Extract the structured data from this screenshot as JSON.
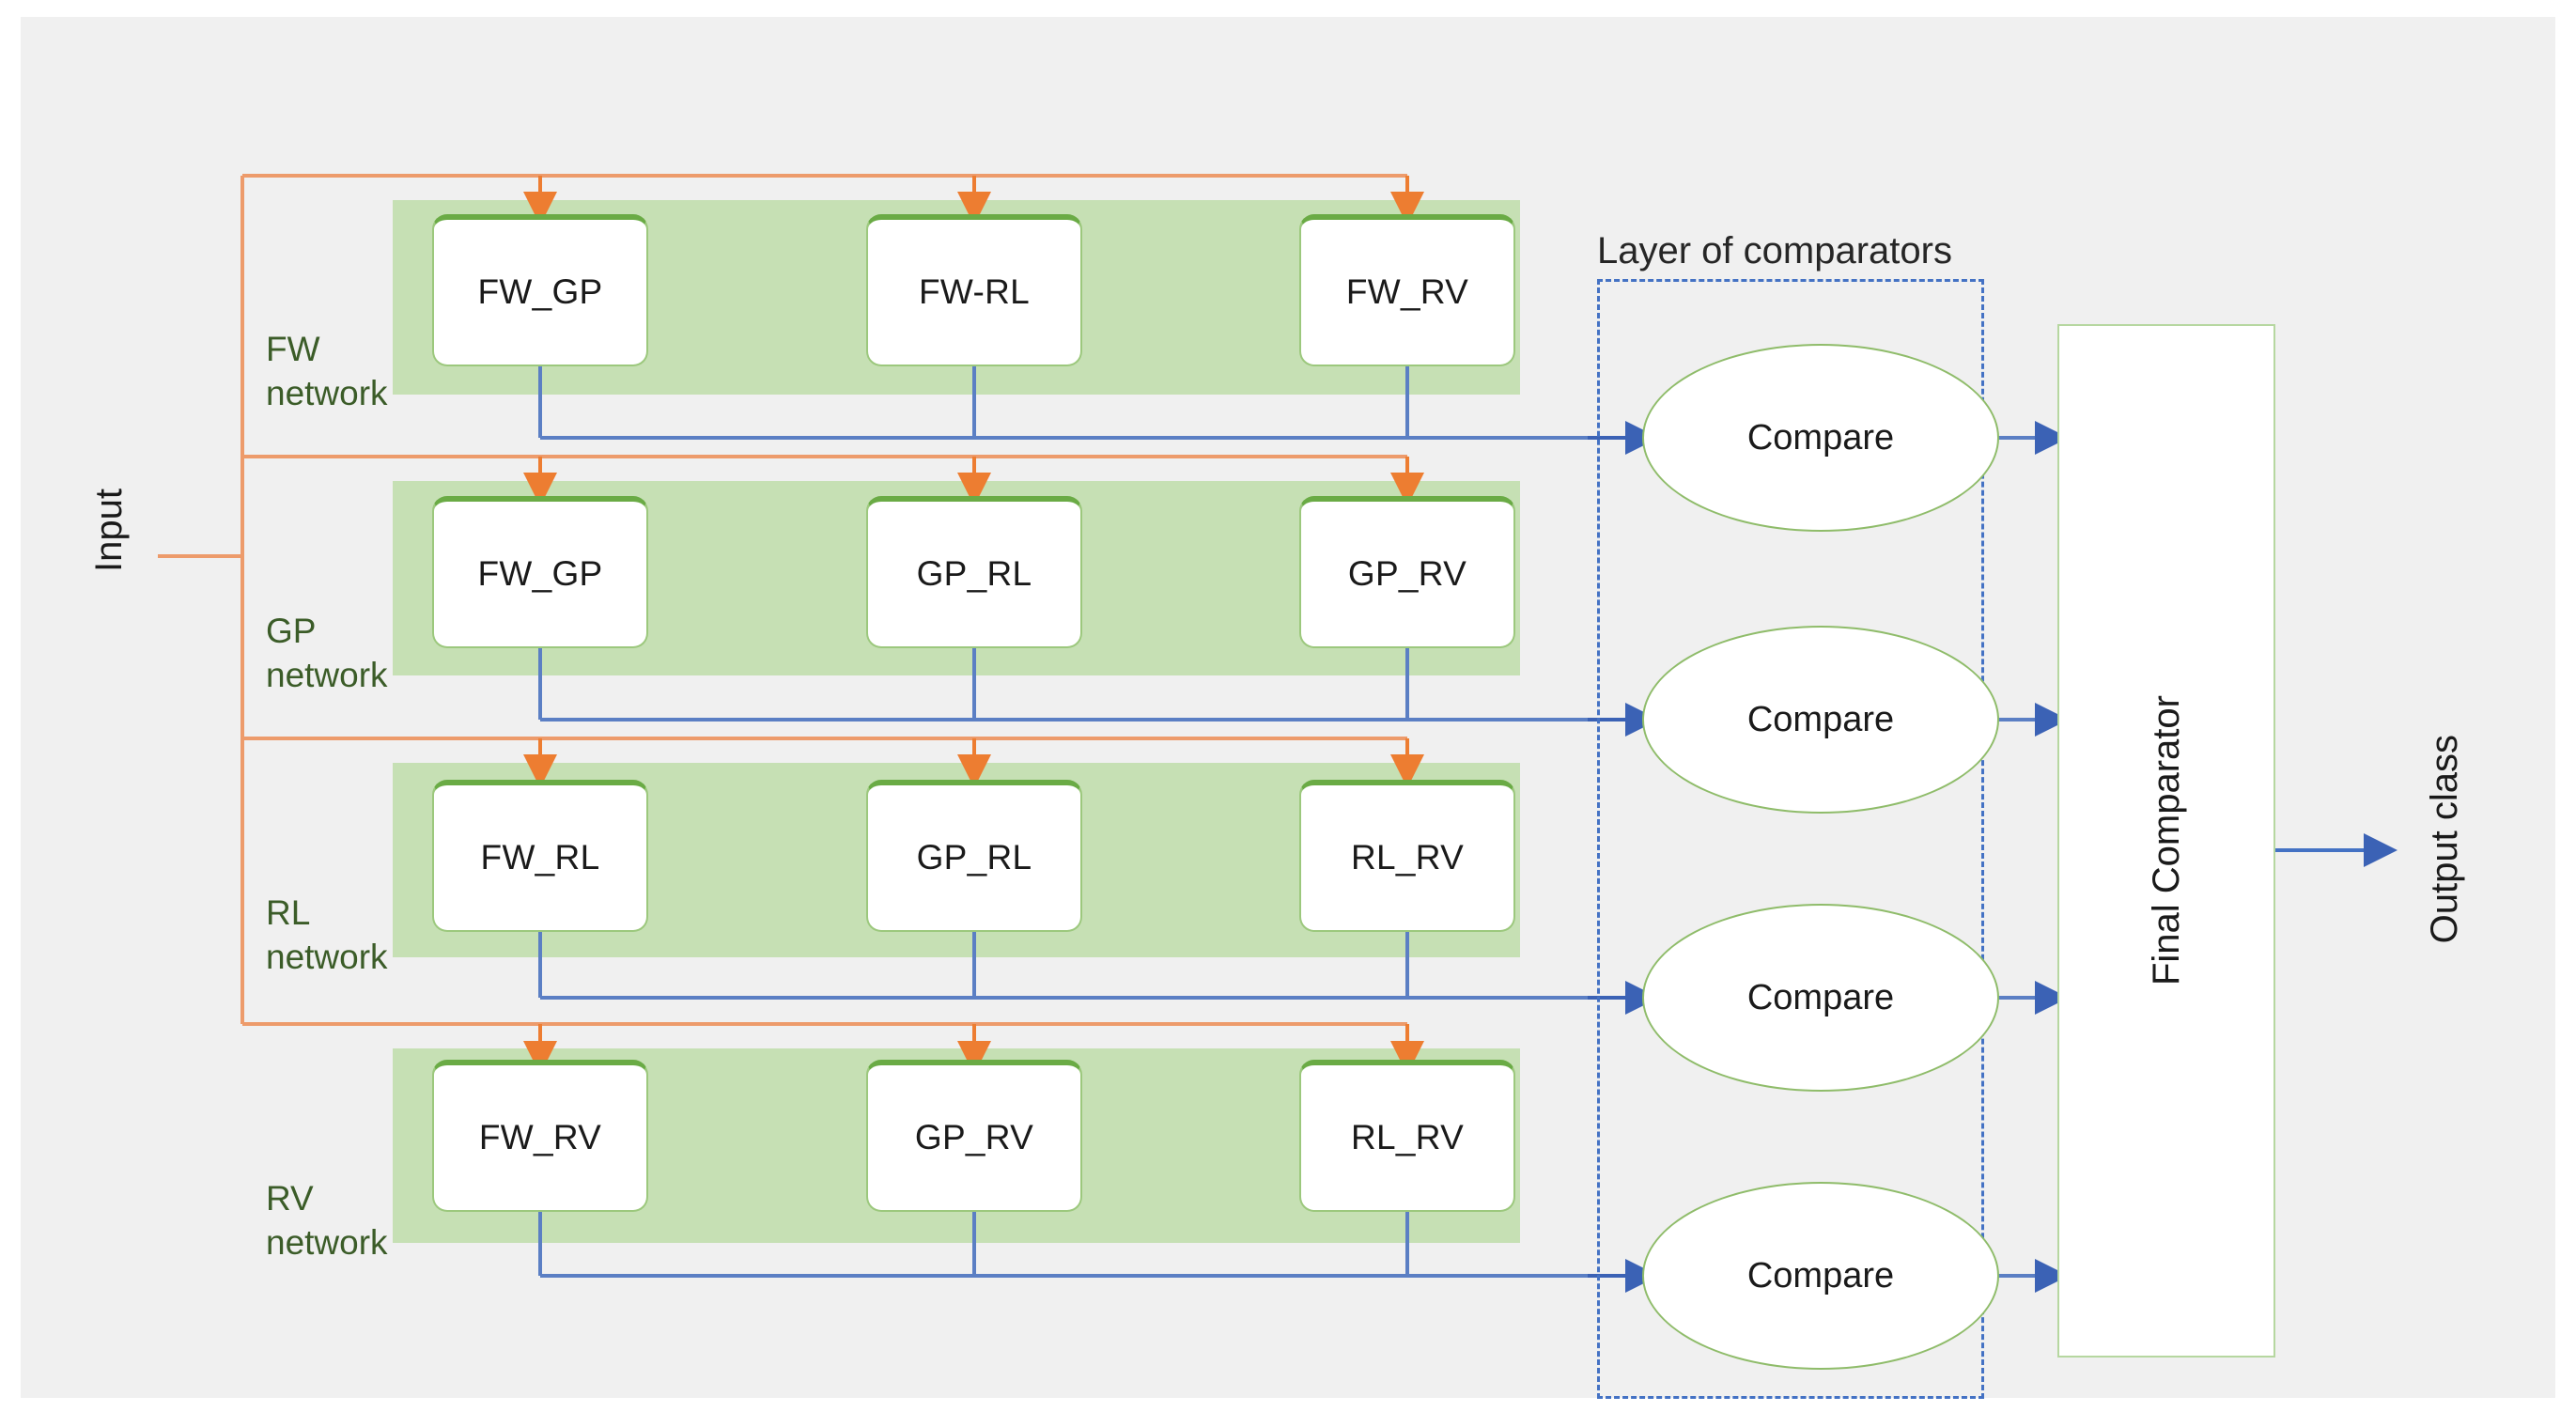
{
  "diagram": {
    "title_visible": false,
    "input_label": "Input",
    "output_label": "Output class",
    "comparator_layer_label": "Layer of comparators",
    "final_comparator_label": "Final Comparator",
    "compare_label": "Compare",
    "colors": {
      "canvas": "#f0f0f0",
      "band_green": "#c6e0b4",
      "node_border_green": "#9cc87d",
      "node_top_green": "#6aab45",
      "input_orange": "#ed9b6b",
      "arrow_orange": "#ed7d31",
      "wire_blue": "#4472c4",
      "wire_blue_light": "#8faadc",
      "dashed_blue": "#4472c4",
      "net_label_green": "#3b5c28",
      "text_dark": "#1a1a1a"
    },
    "networks": [
      {
        "id": "fw",
        "label": "FW\nnetwork",
        "nodes": [
          "FW_GP",
          "FW-RL",
          "FW_RV"
        ],
        "comparator": "Compare"
      },
      {
        "id": "gp",
        "label": "GP\nnetwork",
        "nodes": [
          "FW_GP",
          "GP_RL",
          "GP_RV"
        ],
        "comparator": "Compare"
      },
      {
        "id": "rl",
        "label": "RL\nnetwork",
        "nodes": [
          "FW_RL",
          "GP_RL",
          "RL_RV"
        ],
        "comparator": "Compare"
      },
      {
        "id": "rv",
        "label": "RV\nnetwork",
        "nodes": [
          "FW_RV",
          "GP_RV",
          "RL_RV"
        ],
        "comparator": "Compare"
      }
    ]
  }
}
